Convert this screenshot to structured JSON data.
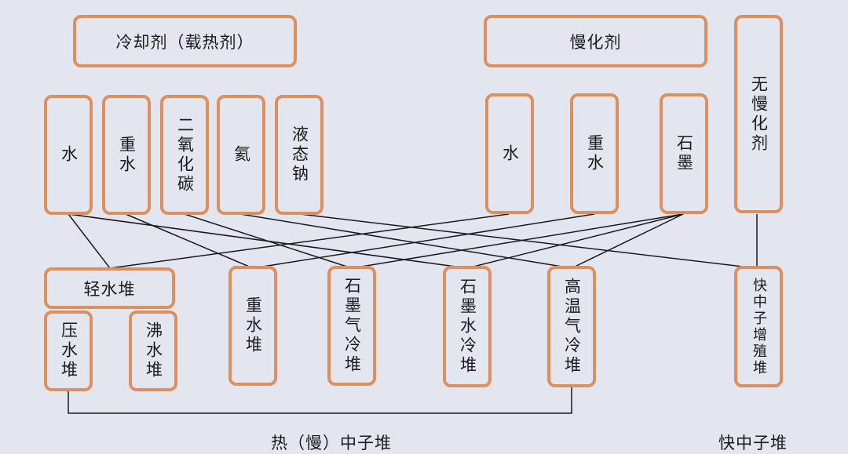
{
  "headers": {
    "coolant": "冷却剂（载热剂）",
    "moderator": "慢化剂",
    "no_moderator": "无慢化剂"
  },
  "coolants": [
    "水",
    "重水",
    "二氧化碳",
    "氦",
    "液态钠"
  ],
  "moderators": [
    "水",
    "重水",
    "石墨"
  ],
  "reactors": {
    "light_water": "轻水堆",
    "pwr": "压水堆",
    "bwr": "沸水堆",
    "heavy_water": "重水堆",
    "graphite_gas": "石墨气冷堆",
    "graphite_water": "石墨水冷堆",
    "htgr": "高温气冷堆",
    "fast_breeder": "快中子增殖堆"
  },
  "captions": {
    "thermal": "热（慢）中子堆",
    "fast": "快中子堆"
  },
  "colors": {
    "box_border": "#de8f5e",
    "line": "#1a1a1a",
    "background": "#e4e6ef"
  }
}
